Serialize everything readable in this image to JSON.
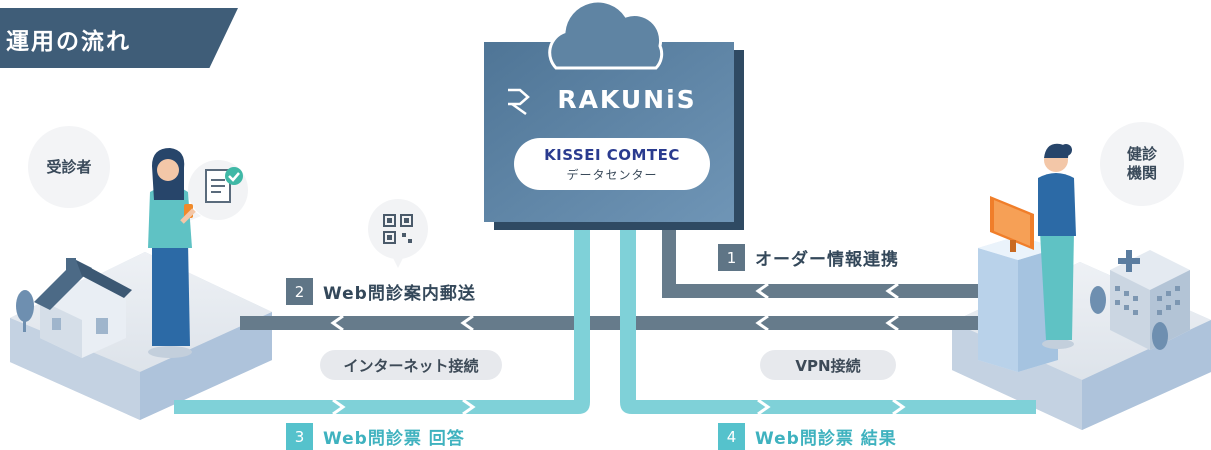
{
  "title": "運用の流れ",
  "actors": {
    "examinee": "受診者",
    "institution": "健診\n機関"
  },
  "server": {
    "brand": "RAKUNiS",
    "company": "KISSEI COMTEC",
    "datacenter": "データセンター"
  },
  "connections": {
    "internet": "インターネット接続",
    "vpn": "VPN接続"
  },
  "steps": [
    {
      "num": "1",
      "label": "オーダー情報連携"
    },
    {
      "num": "2",
      "label": "Web問診案内郵送"
    },
    {
      "num": "3",
      "label": "Web問診票 回答"
    },
    {
      "num": "4",
      "label": "Web問診票 結果"
    }
  ],
  "colors": {
    "banner": "#3f5d78",
    "gray_flow": "#667b8b",
    "teal_flow": "#7fd1d8",
    "server": "#5a7f9e"
  },
  "icons": [
    "cloud-icon",
    "rakunis-logo-icon",
    "qr-code-icon",
    "document-check-icon",
    "house-icon",
    "hospital-icon",
    "woman-icon",
    "receptionist-icon",
    "computer-icon",
    "tree-icon"
  ]
}
